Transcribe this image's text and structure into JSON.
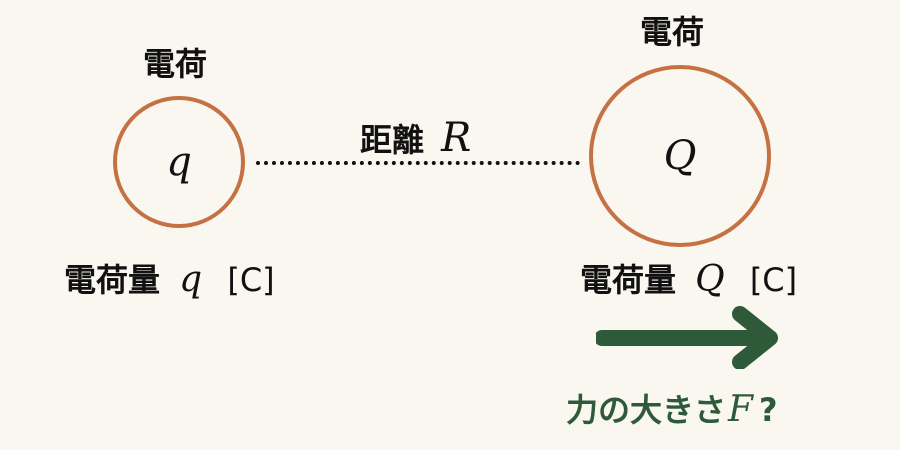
{
  "charge_left": {
    "title": "電荷",
    "symbol": "q",
    "amount_label": "電荷量",
    "amount_symbol": "q",
    "unit": "[C]"
  },
  "charge_right": {
    "title": "電荷",
    "symbol": "Q",
    "amount_label": "電荷量",
    "amount_symbol": "Q",
    "unit": "[C]"
  },
  "distance": {
    "label": "距離",
    "symbol": "R"
  },
  "force": {
    "label": "力の大きさ",
    "symbol": "F",
    "suffix": "?"
  },
  "colors": {
    "circle_stroke": "#c57144",
    "arrow": "#2e5a3a",
    "force_text": "#2e5a3a",
    "background": "#f9f7f0",
    "text": "#111111"
  }
}
